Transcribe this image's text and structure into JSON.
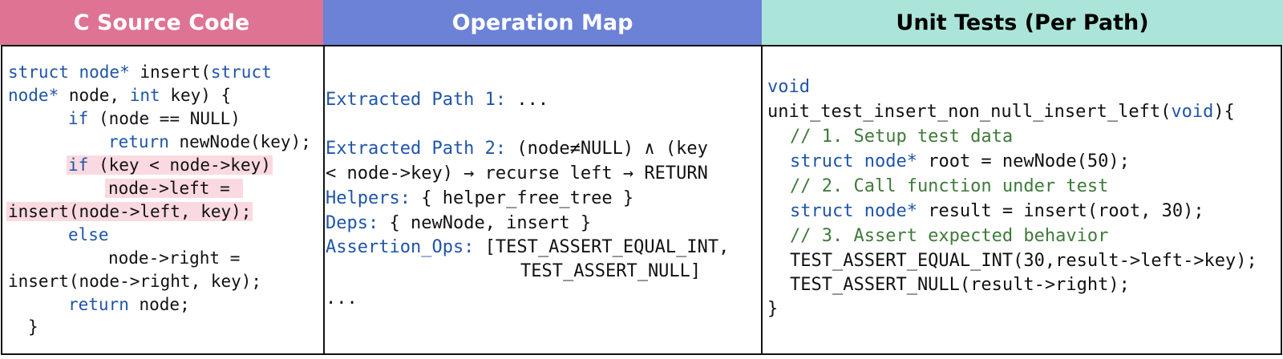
{
  "headers": {
    "source": "C Source Code",
    "opmap": "Operation Map",
    "tests": "Unit Tests (Per Path)"
  },
  "colors": {
    "source_header": "#de7393",
    "opmap_header": "#6b82d6",
    "tests_header": "#abe5da",
    "keyword": "#1f55a8",
    "comment": "#3e7a3a",
    "highlight": "#fbd9e0"
  },
  "source": {
    "l1a": "struct node*",
    "l1b": " insert(",
    "l1c": "struct",
    "l2a": "node*",
    "l2b": " node, ",
    "l2c": "int",
    "l2d": " key) {",
    "l3a": "if",
    "l3b": " (node == NULL)",
    "l4a": "return",
    "l4b": " newNode(key);",
    "l5a": "if",
    "l5b": " (key < node->key)",
    "l6": "node->left = ",
    "l7": "insert(node->left, key);",
    "l8": "else",
    "l9": "node->right =",
    "l10": "insert(node->right, key);",
    "l11a": "return",
    "l11b": " node;",
    "l12": "}"
  },
  "opmap": {
    "p1_label": "Extracted Path 1:",
    "p1_value": " ...",
    "p2_label": "Extracted Path 2:",
    "p2_value": " (node≠NULL) ∧ (key",
    "p2_cont": "< node->key) → recurse left → RETURN",
    "helpers_label": "Helpers:",
    "helpers_value": " { helper_free_tree }",
    "deps_label": "Deps:",
    "deps_value": " { newNode, insert }",
    "assert_label": "Assertion_Ops:",
    "assert_value": " [TEST_ASSERT_EQUAL_INT,",
    "assert_cont": "TEST_ASSERT_NULL]",
    "ellipsis": "..."
  },
  "tests": {
    "l1": "void",
    "l2a": "unit_test_insert_non_null_insert_left(",
    "l2b": "void",
    "l2c": "){",
    "c1": "// 1. Setup test data",
    "l4a": "struct node*",
    "l4b": " root = newNode(50);",
    "c2": "// 2. Call function under test",
    "l6a": "struct node*",
    "l6b": " result = insert(root, 30);",
    "c3": "// 3. Assert expected behavior",
    "l8": "TEST_ASSERT_EQUAL_INT(30,result->left->key);",
    "l9": "TEST_ASSERT_NULL(result->right);",
    "l10": "}"
  }
}
